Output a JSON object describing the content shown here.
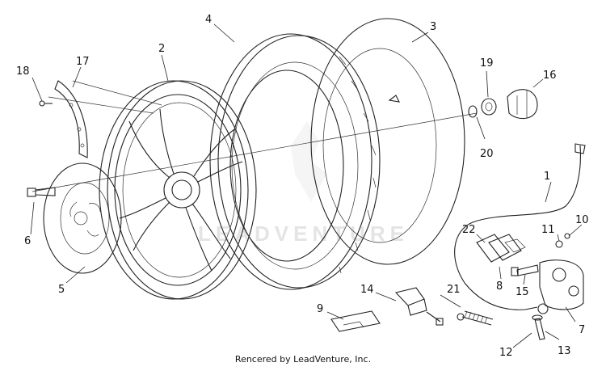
{
  "diagram": {
    "callouts": [
      "1",
      "2",
      "3",
      "4",
      "5",
      "6",
      "7",
      "8",
      "9",
      "10",
      "11",
      "12",
      "13",
      "14",
      "15",
      "16",
      "17",
      "18",
      "19",
      "20",
      "21",
      "22"
    ],
    "watermark_text": "LEADVENTURE"
  },
  "footer": {
    "text": "Rencered by LeadVenture, Inc."
  }
}
